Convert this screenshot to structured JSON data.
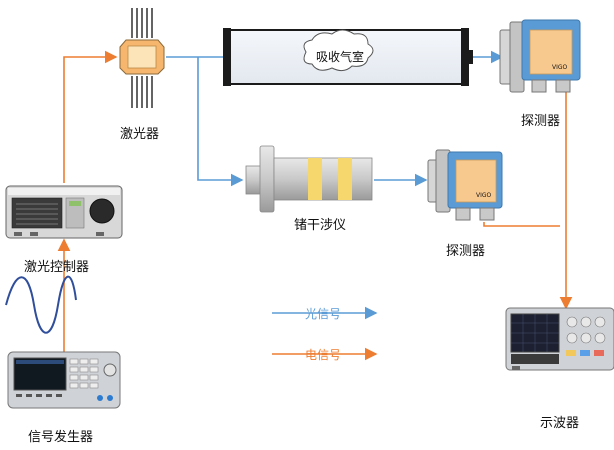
{
  "labels": {
    "laser": "激光器",
    "absorption_cell": "吸收气室",
    "detector_top": "探测器",
    "germanium_interferometer": "锗干涉仪",
    "detector_mid": "探测器",
    "laser_controller": "激光控制器",
    "signal_generator": "信号发生器",
    "oscilloscope": "示波器",
    "detector_brand": "VIGO",
    "detector_brand_2": "VIGO"
  },
  "legend": {
    "optical_signal": "光信号",
    "electrical_signal": "电信号"
  },
  "colors": {
    "optical": "#5b9bd5",
    "electrical": "#ed7d31",
    "laser_body": "#f8c98f",
    "detector_face": "#5b9bd5",
    "interferometer_band": "#f5d76e"
  }
}
